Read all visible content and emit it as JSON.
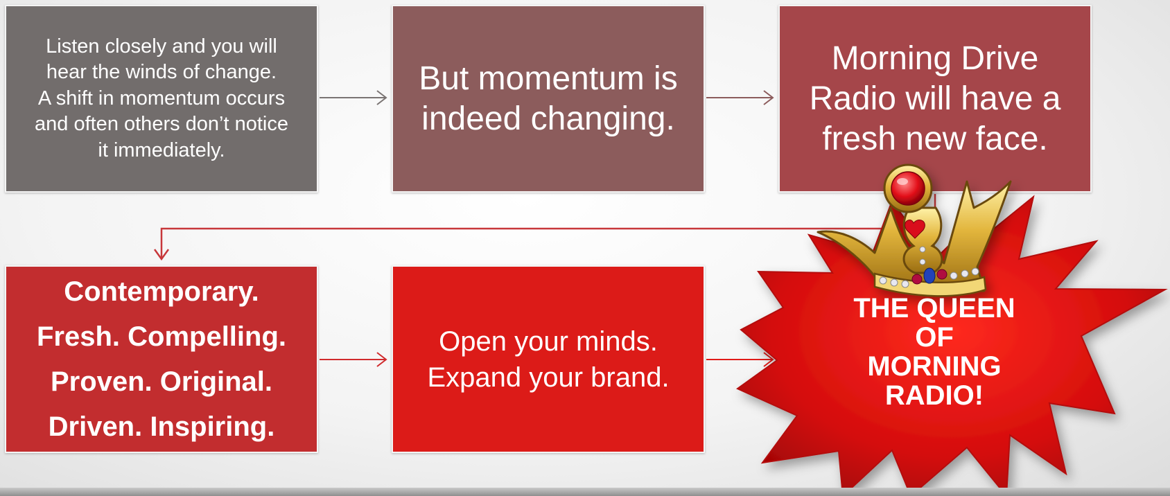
{
  "diagram": {
    "box1": {
      "lines": [
        "Listen closely and you will",
        "hear the winds of change.",
        "A shift in momentum occurs",
        "and often others don’t notice",
        "it immediately."
      ]
    },
    "box2": {
      "lines": [
        "But momentum is",
        "indeed changing."
      ]
    },
    "box3": {
      "lines": [
        "Morning Drive",
        "Radio will have a",
        "fresh new face."
      ]
    },
    "box4": {
      "lines": [
        "Contemporary.",
        "Fresh. Compelling.",
        "Proven. Original.",
        "Driven. Inspiring."
      ]
    },
    "box5": {
      "lines": [
        "Open your minds.",
        "Expand your brand."
      ]
    },
    "burst": {
      "lines": [
        "THE QUEEN",
        "OF",
        "MORNING",
        "RADIO!"
      ]
    }
  },
  "colors": {
    "box1": "#726d6c",
    "box2": "#8c5c5c",
    "box3": "#a5464a",
    "box4": "#c22d2f",
    "box5": "#dc1b18",
    "burst": "#d80f0f",
    "arrow_gray": "#7a7473",
    "arrow_red": "#c7373a"
  },
  "icons": {
    "crown": "crown-icon"
  }
}
